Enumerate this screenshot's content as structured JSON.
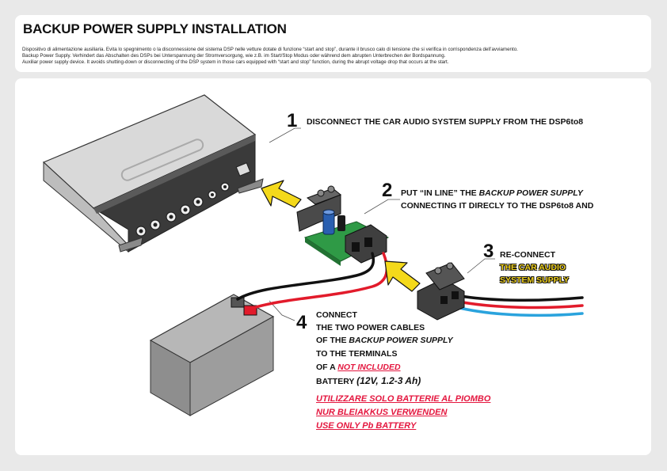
{
  "header": {
    "title": "BACKUP POWER SUPPLY INSTALLATION",
    "desc_it": "Dispositivo di alimentazione ausiliaria. Evita lo spegnimento o la disconnessione del sistema DSP nelle vetture dotate di funzione “start and stop”, durante il brusco calo di tensione che si verifica in corrispondenza dell’avviamento.",
    "desc_de": "Backup Power Supply. Verhindert das Abschalten des DSPs bei Unterspannung der Stromversorgung, wie z.B. im Start/Stop Modus oder während dem abrupten Unterbrechen der Bordspannung.",
    "desc_en": "Auxiliar power supply device. It avoids shutting-down or disconnecting of the DSP system in those cars equipped with “start and stop” function, during the abrupt voltage drop that occurs at the start."
  },
  "steps": {
    "s1": {
      "num": "1",
      "text": "DISCONNECT THE CAR AUDIO SYSTEM SUPPLY FROM THE DSP6to8"
    },
    "s2": {
      "num": "2",
      "line1_a": "PUT “IN LINE” THE ",
      "line1_b": "BACKUP POWER SUPPLY",
      "line2": "CONNECTING IT DIRECLY TO THE DSP6to8 AND"
    },
    "s3": {
      "num": "3",
      "line1": "RE-CONNECT",
      "line2": "THE CAR AUDIO",
      "line3": "SYSTEM SUPPLY"
    },
    "s4": {
      "num": "4",
      "line1": "CONNECT",
      "line2": "THE TWO POWER CABLES",
      "line3_a": "OF THE ",
      "line3_b": "BACKUP POWER SUPPLY",
      "line4": "TO THE TERMINALS",
      "line5_a": "OF A ",
      "line5_b": "NOT INCLUDED",
      "line6_a": "BATTERY ",
      "line6_b": "(12V, 1.2-3 Ah)"
    }
  },
  "warnings": [
    "UTILIZZARE SOLO BATTERIE AL PIOMBO",
    "NUR BLEIAKKUS VERWENDEN",
    "USE ONLY Pb BATTERY"
  ],
  "colors": {
    "arrow": "#f4d91b",
    "red_text": "#e4173f",
    "wire_red": "#e21b2b",
    "wire_blue": "#2aa3dd",
    "pcb": "#2f9a46"
  }
}
